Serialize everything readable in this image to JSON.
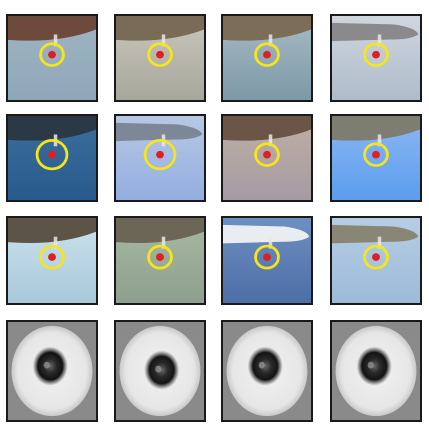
{
  "rows": [
    {
      "kind": "photo",
      "tiles": [
        {
          "sky_top": "#9fb4c2",
          "sky_bottom": "#8ea7b8",
          "body": "#6d4a3c",
          "nose": false,
          "dark_top": true
        },
        {
          "sky_top": "#c9c7bd",
          "sky_bottom": "#a8a79c",
          "body": "#7a6b56",
          "nose": false,
          "dark_top": true
        },
        {
          "sky_top": "#a7bcc6",
          "sky_bottom": "#7d98a6",
          "body": "#7b6d58",
          "nose": false,
          "dark_top": true
        },
        {
          "sky_top": "#cfd6df",
          "sky_bottom": "#aebcca",
          "body": "#8a8a8c",
          "nose": true,
          "dark_top": false
        }
      ]
    },
    {
      "kind": "photo",
      "tiles": [
        {
          "sky_top": "#3c6f9c",
          "sky_bottom": "#285a8d",
          "body": "#2a3945",
          "nose": false,
          "dark_top": true
        },
        {
          "sky_top": "#b7c8e3",
          "sky_bottom": "#93aee0",
          "body": "#7c8898",
          "nose": true,
          "dark_top": false
        },
        {
          "sky_top": "#c0aea2",
          "sky_bottom": "#a59ba4",
          "body": "#6a5547",
          "nose": false,
          "dark_top": true
        },
        {
          "sky_top": "#8bb7f2",
          "sky_bottom": "#5c9dee",
          "body": "#7e7d71",
          "nose": false,
          "dark_top": true
        }
      ]
    },
    {
      "kind": "photo",
      "tiles": [
        {
          "sky_top": "#cde2ee",
          "sky_bottom": "#a8c8d9",
          "body": "#5b5447",
          "nose": false,
          "dark_top": true
        },
        {
          "sky_top": "#a9b9a2",
          "sky_bottom": "#8d9f8e",
          "body": "#6b6655",
          "nose": false,
          "dark_top": true
        },
        {
          "sky_top": "#6e8fc2",
          "sky_bottom": "#4d6ea6",
          "body": "#e9edf2",
          "nose": true,
          "dark_top": false
        },
        {
          "sky_top": "#b7cde3",
          "sky_bottom": "#9dbbd9",
          "body": "#8a8675",
          "nose": true,
          "dark_top": false
        }
      ]
    },
    {
      "kind": "template",
      "tiles": [
        {
          "ring_dark": "#111111",
          "blob_offset": 0
        },
        {
          "ring_dark": "#151515",
          "blob_offset": 1
        },
        {
          "ring_dark": "#131313",
          "blob_offset": 0
        },
        {
          "ring_dark": "#121212",
          "blob_offset": 0
        }
      ]
    }
  ],
  "colors": {
    "marker_circle": "#f5e51a",
    "marker_dot": "#e02020",
    "tile_border": "#1a1a1a",
    "template_bg": "#8a8a8a"
  }
}
